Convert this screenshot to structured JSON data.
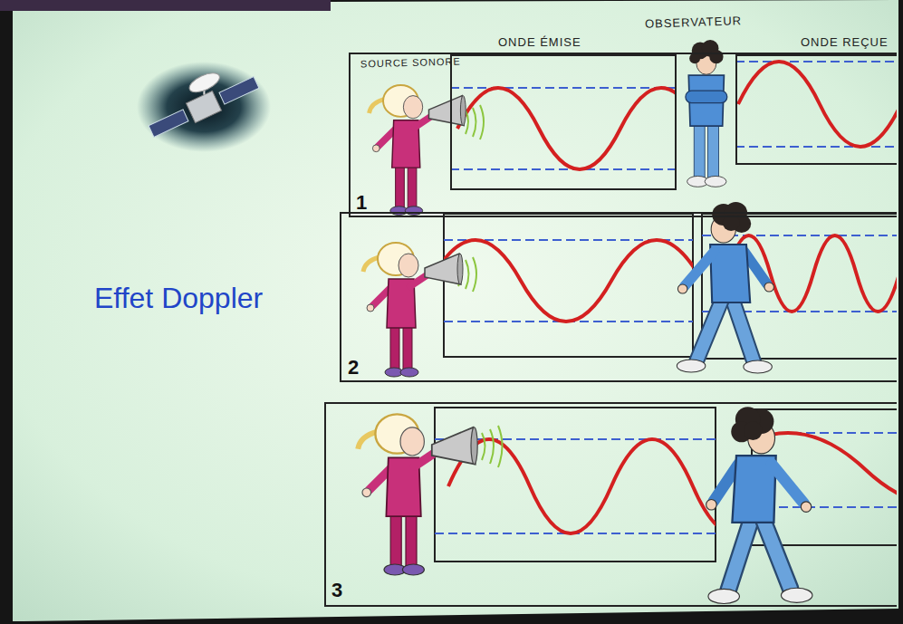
{
  "diagram": {
    "title": "Effet Doppler",
    "nodes": [
      {
        "text": [
          "1"
        ]
      },
      {
        "text": [
          "ONDE ÉMISE"
        ],
        "in": 0
      },
      {
        "text": [
          "ONDE REÇUE"
        ],
        "in": 0
      },
      {
        "text": [
          "2"
        ]
      },
      {
        "text": [
          "3"
        ]
      }
    ],
    "labels": [
      "SOURCE SONORE",
      "OBSERVATEUR"
    ]
  }
}
